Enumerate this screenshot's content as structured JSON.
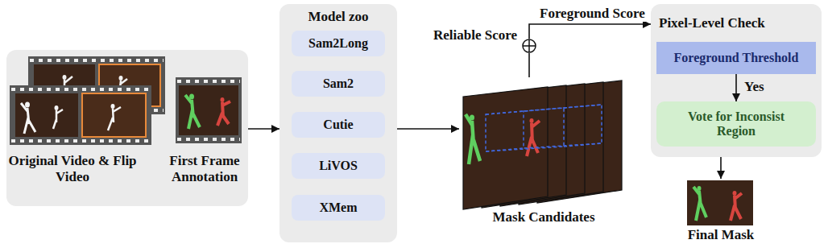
{
  "diagram": {
    "nodes": [
      {
        "text": [
          "Original Video & Flip Video",
          "First Frame Annotation"
        ]
      },
      {
        "text": [
          "Model zoo"
        ]
      },
      {
        "text": [
          "Sam2Long"
        ],
        "in": 1
      },
      {
        "text": [
          "Sam2"
        ],
        "in": 1
      },
      {
        "text": [
          "Cutie"
        ],
        "in": 1
      },
      {
        "text": [
          "LiVOS"
        ],
        "in": 1
      },
      {
        "text": [
          "XMem"
        ],
        "in": 1
      },
      {
        "text": [
          "Mask Candidates"
        ]
      },
      {
        "text": [
          "Reliable Score"
        ]
      },
      {
        "text": [
          "Pixel-Level Check"
        ]
      },
      {
        "text": [
          "Foreground Threshold"
        ],
        "in": 9
      },
      {
        "text": [
          "Vote for Inconsist Region"
        ],
        "in": 9
      },
      {
        "text": [
          "Final Mask"
        ]
      }
    ],
    "edges": [
      {
        "from": 0,
        "to": 1,
        "arrow": "to"
      },
      {
        "from": 1,
        "to": 7,
        "arrow": "to"
      },
      {
        "from": 7,
        "to": 8,
        "arrow": "none"
      },
      {
        "from": 8,
        "to": 9,
        "arrow": "to",
        "label": "Foreground Score"
      },
      {
        "from": 10,
        "to": 11,
        "arrow": "to",
        "label": "Yes"
      },
      {
        "from": 9,
        "to": 12,
        "arrow": "to"
      }
    ]
  }
}
